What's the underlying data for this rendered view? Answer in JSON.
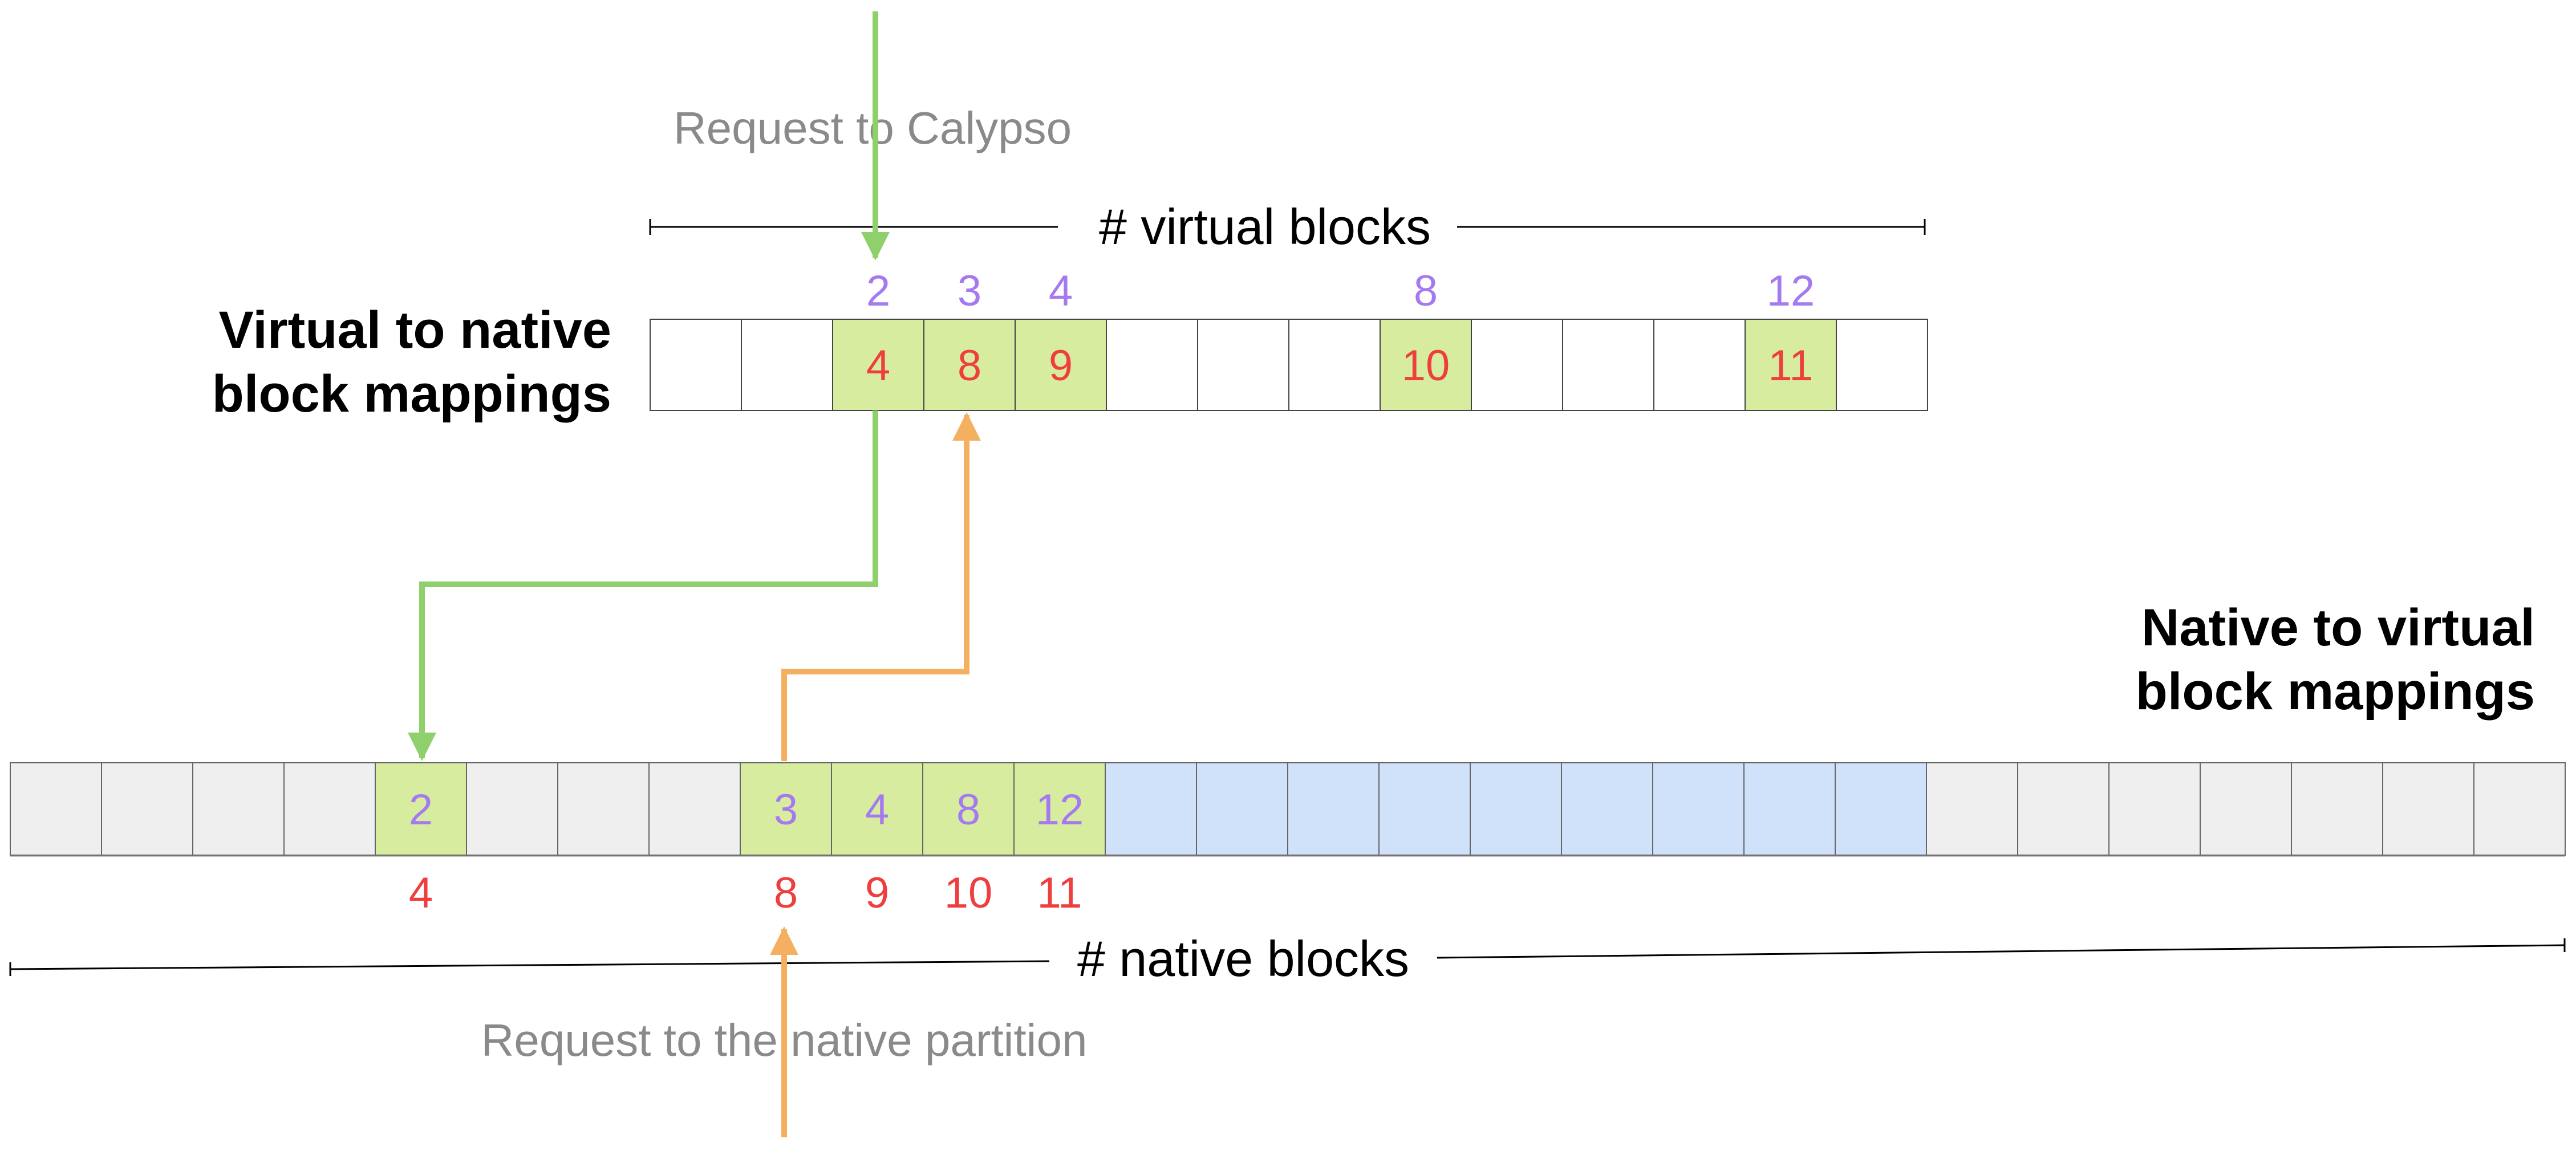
{
  "virtual_title": [
    "Virtual to native",
    "block mappings"
  ],
  "native_title": [
    "Native to virtual",
    "block mappings"
  ],
  "request_calypso": "Request to Calypso",
  "request_native": "Request to the native partition",
  "virtual_axis_label": "# virtual blocks",
  "native_axis_label": "# native blocks",
  "virtual_blocks": [
    {
      "index": "",
      "value": "",
      "state": "empty"
    },
    {
      "index": "",
      "value": "",
      "state": "empty"
    },
    {
      "index": "2",
      "value": "4",
      "state": "mapped"
    },
    {
      "index": "3",
      "value": "8",
      "state": "mapped"
    },
    {
      "index": "4",
      "value": "9",
      "state": "mapped"
    },
    {
      "index": "",
      "value": "",
      "state": "empty"
    },
    {
      "index": "",
      "value": "",
      "state": "empty"
    },
    {
      "index": "",
      "value": "",
      "state": "empty"
    },
    {
      "index": "8",
      "value": "10",
      "state": "mapped"
    },
    {
      "index": "",
      "value": "",
      "state": "empty"
    },
    {
      "index": "",
      "value": "",
      "state": "empty"
    },
    {
      "index": "",
      "value": "",
      "state": "empty"
    },
    {
      "index": "12",
      "value": "11",
      "state": "mapped"
    },
    {
      "index": "",
      "value": "",
      "state": "empty"
    }
  ],
  "native_blocks": [
    {
      "value": "",
      "index": "",
      "state": "unused"
    },
    {
      "value": "",
      "index": "",
      "state": "unused"
    },
    {
      "value": "",
      "index": "",
      "state": "unused"
    },
    {
      "value": "",
      "index": "",
      "state": "unused"
    },
    {
      "value": "2",
      "index": "4",
      "state": "mapped"
    },
    {
      "value": "",
      "index": "",
      "state": "unused"
    },
    {
      "value": "",
      "index": "",
      "state": "unused"
    },
    {
      "value": "",
      "index": "",
      "state": "unused"
    },
    {
      "value": "3",
      "index": "8",
      "state": "mapped"
    },
    {
      "value": "4",
      "index": "9",
      "state": "mapped"
    },
    {
      "value": "8",
      "index": "10",
      "state": "mapped"
    },
    {
      "value": "12",
      "index": "11",
      "state": "mapped"
    },
    {
      "value": "",
      "index": "",
      "state": "reserved"
    },
    {
      "value": "",
      "index": "",
      "state": "reserved"
    },
    {
      "value": "",
      "index": "",
      "state": "reserved"
    },
    {
      "value": "",
      "index": "",
      "state": "reserved"
    },
    {
      "value": "",
      "index": "",
      "state": "reserved"
    },
    {
      "value": "",
      "index": "",
      "state": "reserved"
    },
    {
      "value": "",
      "index": "",
      "state": "reserved"
    },
    {
      "value": "",
      "index": "",
      "state": "reserved"
    },
    {
      "value": "",
      "index": "",
      "state": "reserved"
    },
    {
      "value": "",
      "index": "",
      "state": "unused"
    },
    {
      "value": "",
      "index": "",
      "state": "unused"
    },
    {
      "value": "",
      "index": "",
      "state": "unused"
    },
    {
      "value": "",
      "index": "",
      "state": "unused"
    },
    {
      "value": "",
      "index": "",
      "state": "unused"
    },
    {
      "value": "",
      "index": "",
      "state": "unused"
    },
    {
      "value": "",
      "index": "",
      "state": "unused"
    }
  ],
  "colors": {
    "mapped_fill": "#d7ec9f",
    "reserved_fill": "#cfe2fa",
    "unused_fill": "#efefef",
    "empty_fill": "#ffffff",
    "virtual_index": "#a57af0",
    "native_value": "#ee3e3e",
    "calypso_arrow": "#8fd06d",
    "native_arrow": "#f4b060",
    "request_text": "#8a8a8a",
    "ink": "#000000"
  }
}
